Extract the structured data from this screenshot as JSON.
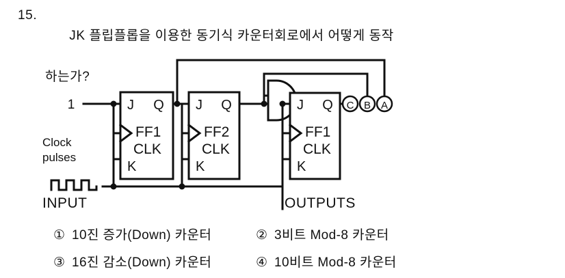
{
  "question": {
    "number": "15.",
    "lines": [
      "JK 플립플롭을 이용한 동기식 카운터회로에서 어떻게 동작",
      "하는가?"
    ]
  },
  "figure": {
    "title": "synchronous-jk-counter-circuit",
    "input_constant_label": "1",
    "clock_label_line1": "Clock",
    "clock_label_line2": "pulses",
    "input_label": "INPUT",
    "outputs_label": "OUTPUTS",
    "flipflops": [
      {
        "name": "FF1",
        "j": "J",
        "q": "Q",
        "k": "K",
        "clk": "CLK"
      },
      {
        "name": "FF2",
        "j": "J",
        "q": "Q",
        "k": "K",
        "clk": "CLK"
      },
      {
        "name": "FF1",
        "j": "J",
        "q": "Q",
        "k": "K",
        "clk": "CLK"
      }
    ],
    "gate": "and-gate",
    "output_nodes": [
      "C",
      "B",
      "A"
    ]
  },
  "options": [
    {
      "marker": "①",
      "label": "10진 증가(Down) 카운터"
    },
    {
      "marker": "②",
      "label": "3비트 Mod-8 카운터"
    },
    {
      "marker": "③",
      "label": "16진 감소(Down) 카운터"
    },
    {
      "marker": "④",
      "label": "10비트 Mod-8 카운터"
    }
  ],
  "colors": {
    "ink": "#101010",
    "page": "#ffffff"
  }
}
